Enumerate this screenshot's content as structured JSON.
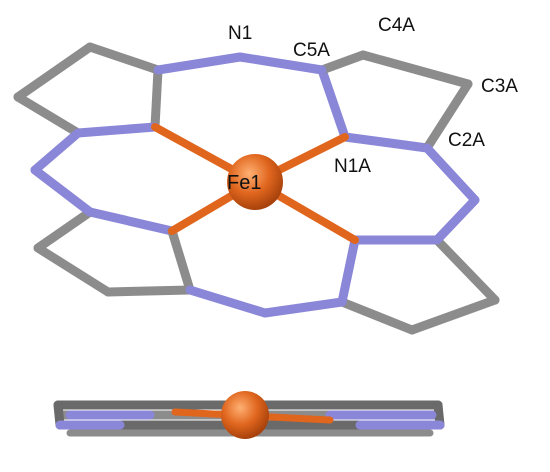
{
  "labels": {
    "n1": "N1",
    "c5a": "C5A",
    "c4a": "C4A",
    "c3a": "C3A",
    "c2a": "C2A",
    "n1a": "N1A",
    "fe1": "Fe1"
  },
  "colors": {
    "carbon": "#8c8c8c",
    "carbon_dark": "#6a6a6a",
    "nitrogen": "#8a86d8",
    "iron": "#e0661e",
    "bond_fe": "#e0661e"
  }
}
